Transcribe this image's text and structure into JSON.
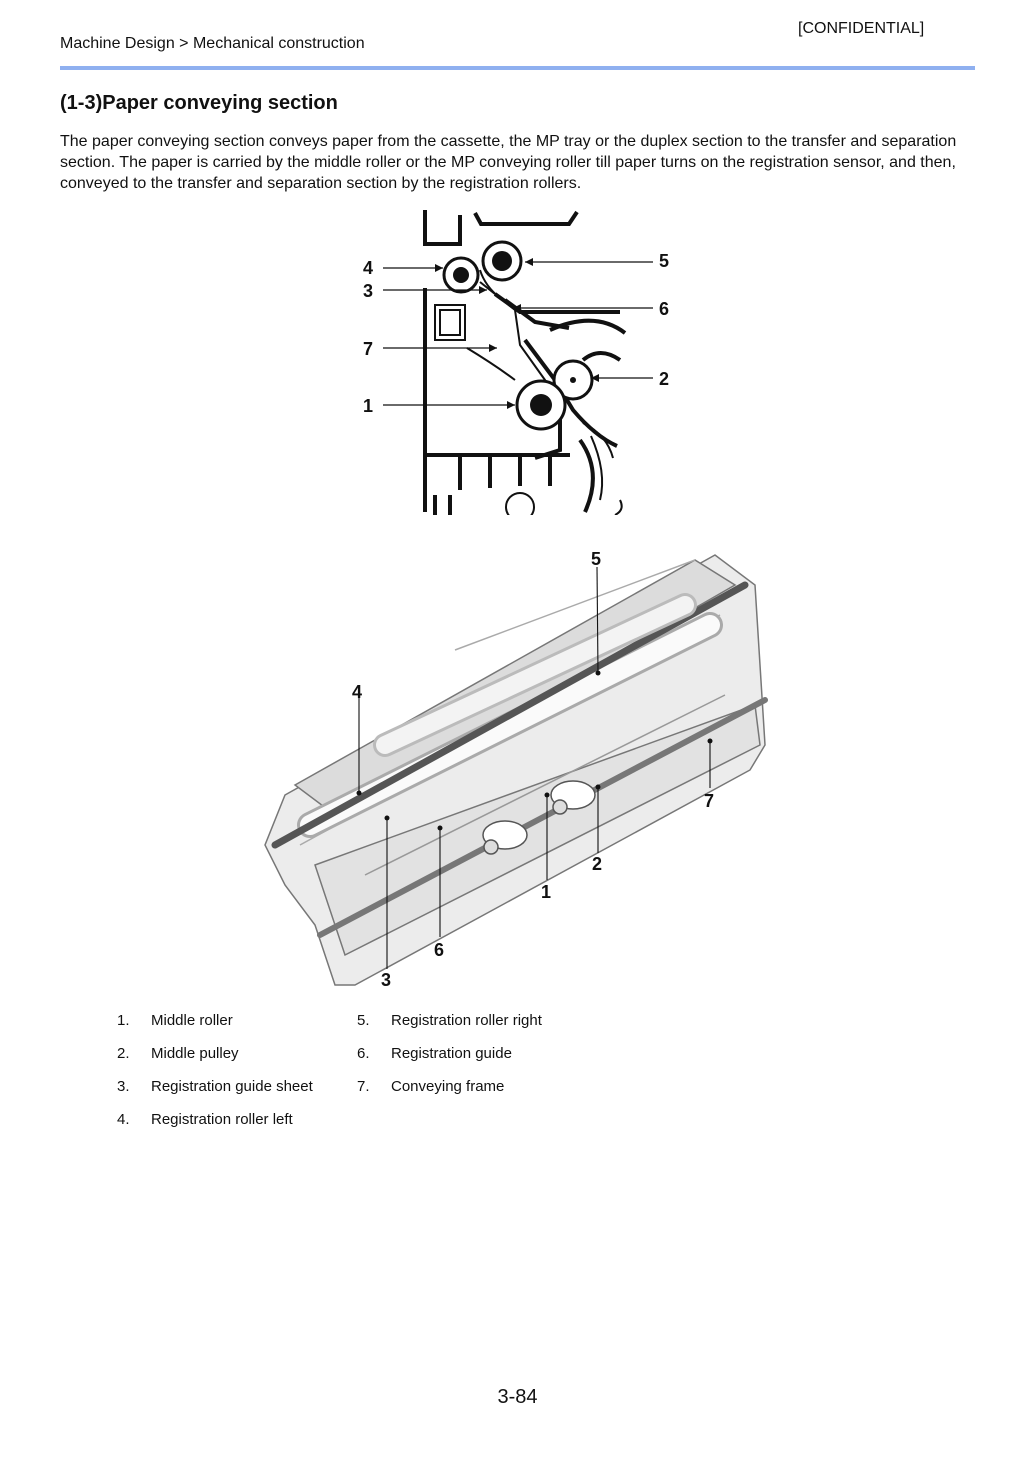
{
  "header": {
    "classification": "[CONFIDENTIAL]",
    "breadcrumb": "Machine Design > Mechanical construction"
  },
  "section": {
    "title": "(1-3)Paper conveying section",
    "body": "The paper conveying section conveys paper from the cassette, the MP tray or the duplex section to the transfer and separation section. The paper is carried by the middle roller or the MP conveying roller till paper turns on the registration sensor, and then, conveyed to the transfer and separation section by the registration rollers."
  },
  "figure_top": {
    "callouts": [
      "4",
      "3",
      "7",
      "1",
      "5",
      "6",
      "2"
    ]
  },
  "figure_bottom": {
    "callouts": [
      "5",
      "4",
      "7",
      "2",
      "1",
      "6",
      "3"
    ]
  },
  "legend": {
    "items": [
      {
        "number": "1.",
        "label": "Middle roller"
      },
      {
        "number": "2.",
        "label": "Middle pulley"
      },
      {
        "number": "3.",
        "label": "Registration guide sheet"
      },
      {
        "number": "4.",
        "label": "Registration roller left"
      },
      {
        "number": "5.",
        "label": "Registration roller right"
      },
      {
        "number": "6.",
        "label": "Registration guide"
      },
      {
        "number": "7.",
        "label": "Conveying frame"
      }
    ]
  },
  "footer": {
    "page_number": "3-84"
  }
}
